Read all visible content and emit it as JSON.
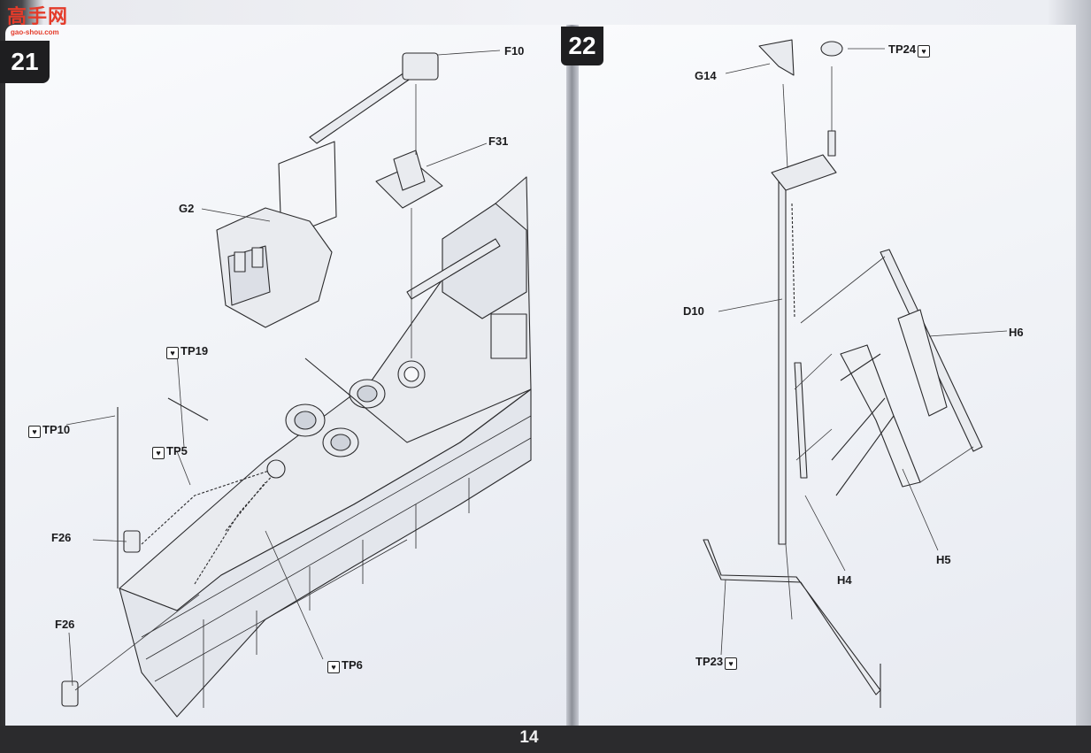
{
  "watermark": {
    "brand": "高手网",
    "domain": "gao-shou.com"
  },
  "steps": {
    "left": "21",
    "right": "22"
  },
  "page_number": "14",
  "icons": {
    "tp_icon": "heart-plaque-icon",
    "tp_glyph": "♥"
  },
  "step21": {
    "labels": {
      "f10": "F10",
      "f31": "F31",
      "g2": "G2",
      "tp19": "TP19",
      "tp10": "TP10",
      "tp5": "TP5",
      "f26a": "F26",
      "f26b": "F26",
      "tp6": "TP6"
    }
  },
  "step22": {
    "labels": {
      "g14": "G14",
      "tp24": "TP24",
      "d10": "D10",
      "h6": "H6",
      "h5": "H5",
      "h4": "H4",
      "tp23": "TP23"
    }
  },
  "colors": {
    "line": "#2a2a2c",
    "part_fill": "#e9ebef",
    "badge": "#1e1e20",
    "watermark": "#e43b2a"
  }
}
